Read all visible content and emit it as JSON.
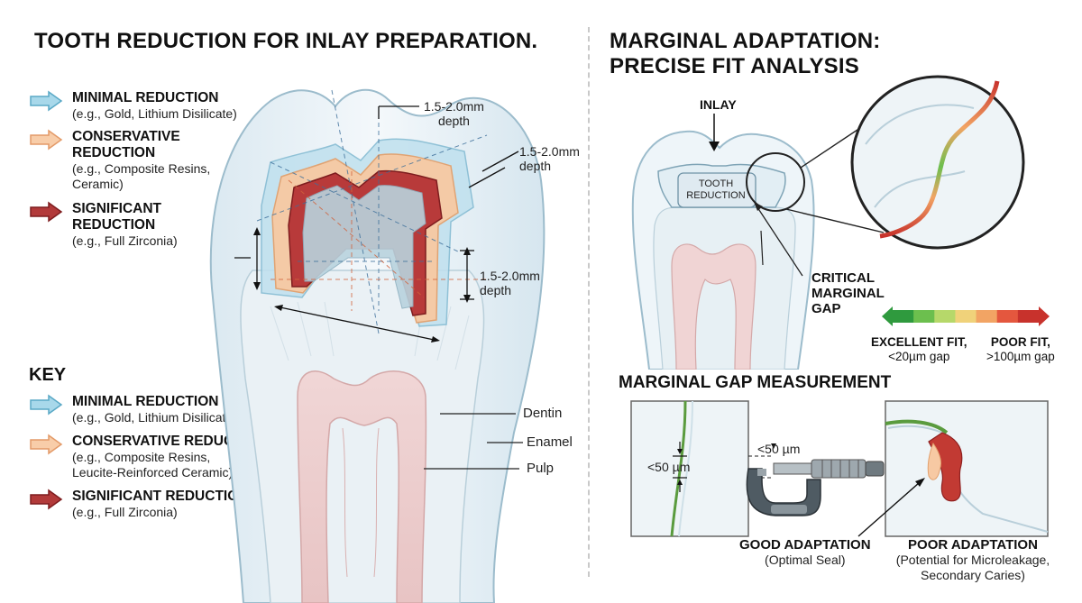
{
  "left": {
    "title": "TOOTH REDUCTION FOR INLAY PREPARATION.",
    "legend": [
      {
        "name": "MINIMAL REDUCTION",
        "sub": "(e.g., Gold, Lithium Disilicate)",
        "color": "#7fc4dc"
      },
      {
        "name": "CONSERVATIVE REDUCTION",
        "sub": "(e.g., Composite Resins, Ceramic)",
        "color": "#f3b58c"
      },
      {
        "name": "SIGNIFICANT REDUCTION",
        "sub": "(e.g., Full Zirconia)",
        "color": "#a8292c"
      }
    ],
    "key_title": "KEY",
    "key": [
      {
        "name": "MINIMAL REDUCTION",
        "sub": "(e.g., Gold, Lithium Disilicate)",
        "color": "#7fc4dc"
      },
      {
        "name": "CONSERVATIVE REDUCTION",
        "sub1": "(e.g., Composite Resins,",
        "sub2": "Leucite-Reinforced Ceramic)",
        "color": "#f3b58c"
      },
      {
        "name": "SIGNIFICANT REDUCTION",
        "sub": "(e.g., Full Zirconia)",
        "color": "#a8292c"
      }
    ],
    "dims": [
      {
        "value": "1.5-2.0mm",
        "unit": "depth"
      },
      {
        "value": "1.5-2.0mm",
        "unit": "depth"
      },
      {
        "value": "1.5-2.0mm",
        "unit": "depth"
      }
    ],
    "anatomy": {
      "dentin": "Dentin",
      "enamel": "Enamel",
      "pulp": "Pulp"
    }
  },
  "right": {
    "title1": "MARGINAL ADAPTATION:",
    "title2": "PRECISE FIT ANALYSIS",
    "inlay": "INLAY",
    "tooth_reduction1": "TOOTH",
    "tooth_reduction2": "REDUCTION",
    "critical1": "CRITICAL",
    "critical2": "MARGINAL",
    "critical3": "GAP",
    "scale": {
      "left1": "EXCELLENT FIT,",
      "left2": "<20µm gap",
      "right1": "POOR FIT,",
      "right2": ">100µm gap",
      "colors": [
        "#2f9a3e",
        "#6cbf4e",
        "#b6d86a",
        "#f0d27a",
        "#f2a464",
        "#e4573e",
        "#c8322c"
      ]
    },
    "measure_title": "MARGINAL GAP MEASUREMENT",
    "gap1": "<50 µm",
    "gap2": "<50 µm",
    "good": {
      "title": "GOOD ADAPTATION",
      "sub": "(Optimal Seal)"
    },
    "poor": {
      "title": "POOR ADAPTATION",
      "sub1": "(Potential for Microleakage,",
      "sub2": "Secondary Caries)"
    }
  }
}
